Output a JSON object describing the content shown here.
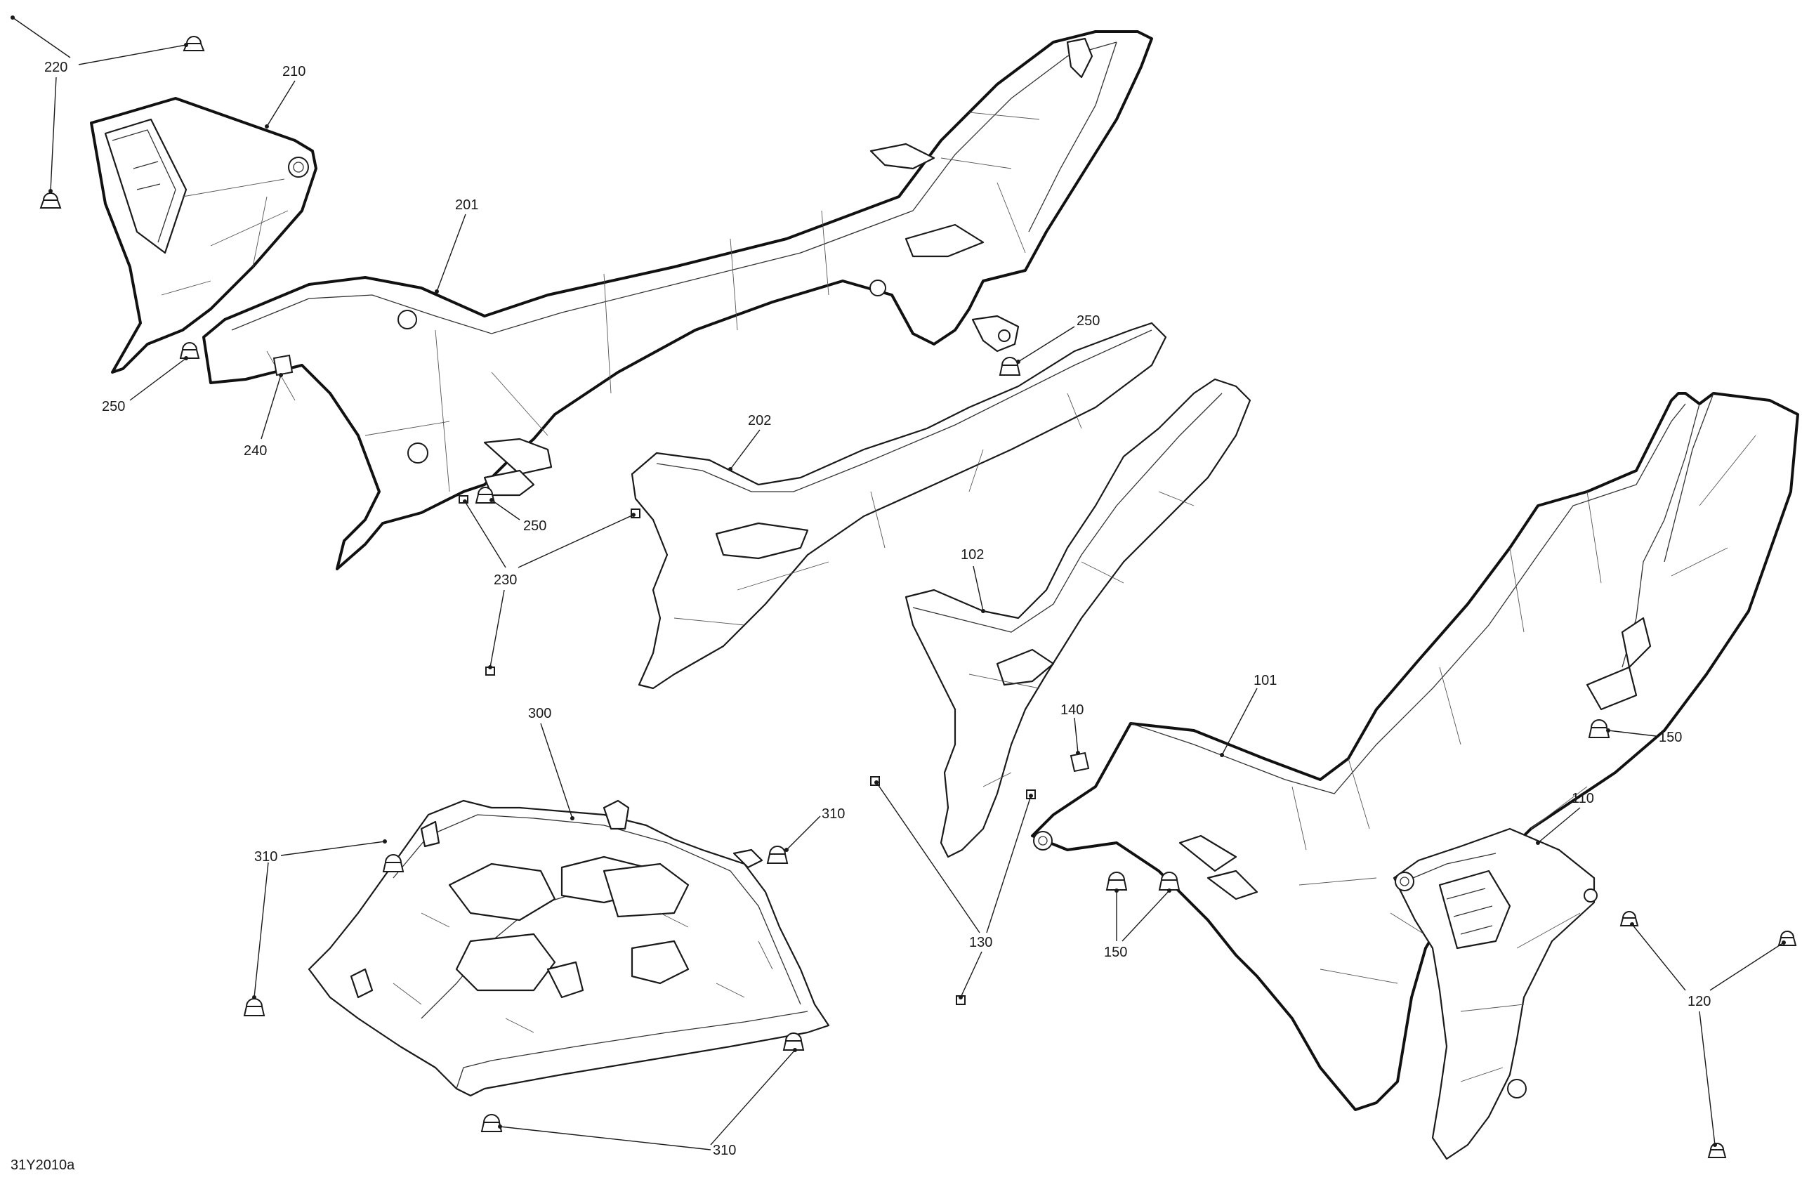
{
  "diagram": {
    "reference_code": "31Y2010a",
    "callouts": {
      "c220": "220",
      "c210": "210",
      "c201": "201",
      "c250a": "250",
      "c240": "240",
      "c250b": "250",
      "c230": "230",
      "c250c": "250",
      "c202": "202",
      "c102": "102",
      "c300": "300",
      "c310a": "310",
      "c310b": "310",
      "c310c": "310",
      "c140": "140",
      "c101": "101",
      "c150a": "150",
      "c150b": "150",
      "c110": "110",
      "c130": "130",
      "c120": "120"
    }
  }
}
